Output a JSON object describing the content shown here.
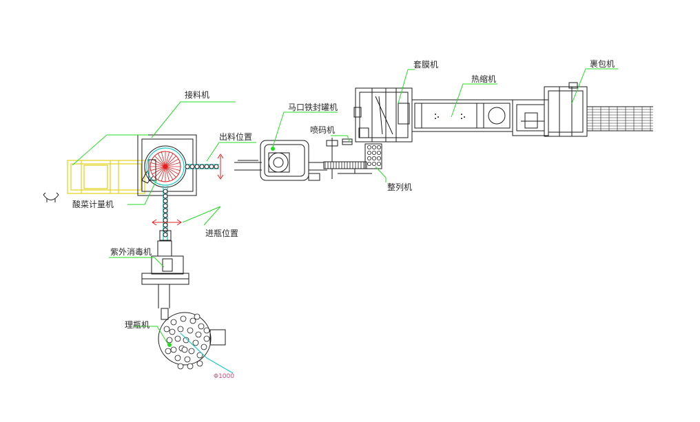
{
  "labels": {
    "jieliaoji": "接料机",
    "chuliao_weizhi": "出料位置",
    "suancai_jiliangji": "酸菜计量机",
    "jinping_weizhi": "进瓶位置",
    "ziwai_xiaoduji": "紫外消毒机",
    "lipingji": "理瓶机",
    "diameter": "Φ1000",
    "makoutie_fengguanji": "马口铁封罐机",
    "penmaji": "喷码机",
    "zhengleiji": "整列机",
    "taomoji": "套膜机",
    "resuoji": "热缩机",
    "guobaoji": "裹包机"
  },
  "colors": {
    "leader": "#22dd22",
    "conveyor": "#19c8c8",
    "hopper": "#e2d21c",
    "rotary": "#e02020",
    "drawing": "#1a1a1a",
    "dimension": "#e0407a"
  }
}
